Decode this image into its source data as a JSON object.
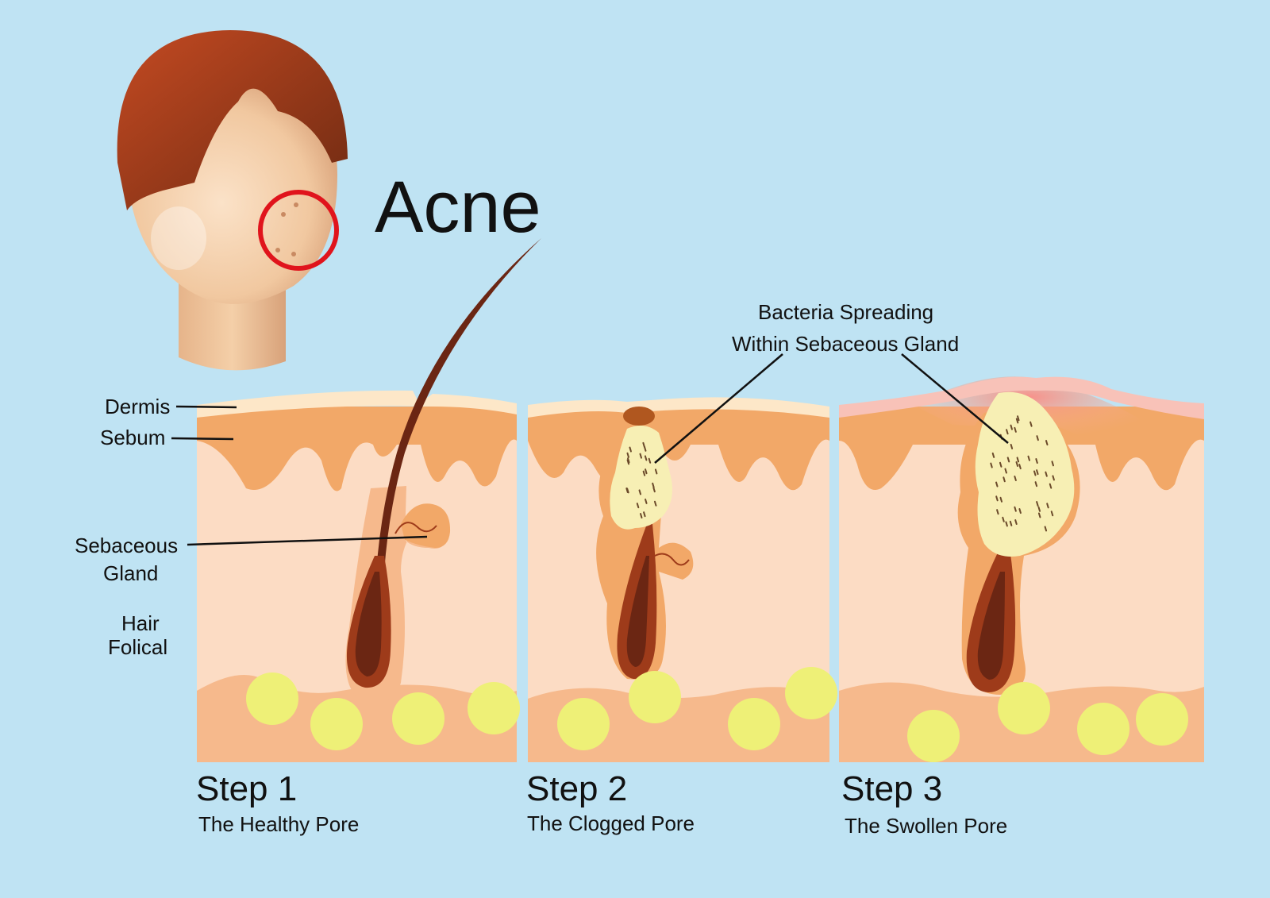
{
  "title": "Acne",
  "labels": {
    "dermis": "Dermis",
    "sebum": "Sebum",
    "sebaceous_line1": "Sebaceous",
    "sebaceous_line2": "Gland",
    "hair_line1": "Hair",
    "hair_line2": "Folical",
    "bacteria_line1": "Bacteria Spreading",
    "bacteria_line2": "Within Sebaceous Gland"
  },
  "steps": [
    {
      "label": "Step 1",
      "caption": "The Healthy Pore"
    },
    {
      "label": "Step 2",
      "caption": "The Clogged Pore"
    },
    {
      "label": "Step 3",
      "caption": "The Swollen Pore"
    }
  ],
  "colors": {
    "background": "#bfe3f3",
    "epidermis": "#fde7c8",
    "sebum_layer": "#f2a868",
    "dermis_fill": "#fcdcc4",
    "fat_layer": "#f6b98c",
    "fat_cells": "#eef077",
    "hair": "#6b2613",
    "hair_head": "#9e3b1a",
    "clog": "#f7efb4",
    "plug": "#b0571f",
    "inflammation": "#f8a6a0",
    "circle_highlight": "#e0141c"
  }
}
